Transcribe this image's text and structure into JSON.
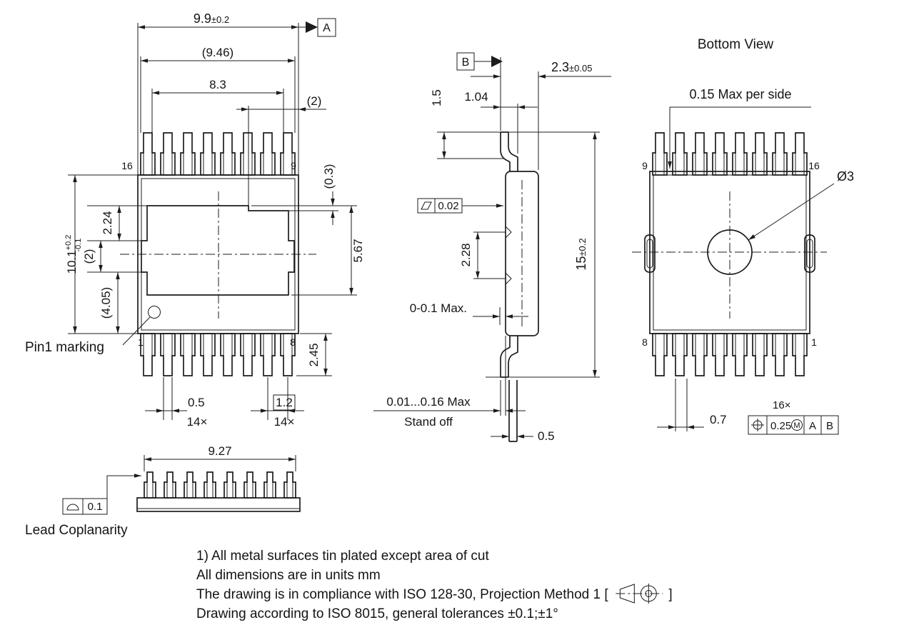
{
  "colors": {
    "line": "#1c1c1c",
    "background": "#ffffff",
    "text": "#141414"
  },
  "top_view": {
    "dim_overall_width_value": "9.9",
    "dim_overall_width_tol": "±0.2",
    "datum_a": "A",
    "dim_lead_span_ref": "(9.46)",
    "dim_lead_tip_span": "8.3",
    "dim_pad_offset_ref": "(2)",
    "dim_pad_step_ref": "(0.3)",
    "dim_body_length_value": "10.1",
    "dim_body_length_tol_upper": "+0.2",
    "dim_body_length_tol_lower": "-0.1",
    "dim_pad_inset": "2.24",
    "dim_pad_center_ref": "(2)",
    "dim_pad_lower_ref": "(4.05)",
    "dim_pad_width": "5.67",
    "dim_lead_length": "2.45",
    "dim_lead_width": "0.5",
    "count_lead_width": "14×",
    "dim_lead_pitch": "1.2",
    "count_lead_pitch": "14×",
    "pin_top_left": "16",
    "pin_top_right": "9",
    "pin_bottom_left": "1",
    "pin_bottom_right": "8",
    "pin1_label": "Pin1 marking"
  },
  "side_view": {
    "datum_b": "B",
    "dim_thickness_value": "2.3",
    "dim_thickness_tol": "±0.05",
    "dim_foot_height": "1.5",
    "dim_foot_length": "1.04",
    "fcf_flatness_value": "0.02",
    "dim_slug_height": "2.28",
    "dim_overall_value": "15",
    "dim_overall_tol": "±0.2",
    "dim_protrusion": "0-0.1 Max.",
    "standoff_value": "0.01...0.16 Max",
    "standoff_label": "Stand off",
    "dim_lead_thickness": "0.5"
  },
  "bottom_view": {
    "title": "Bottom View",
    "dim_flash": "0.15 Max per side",
    "pin_top_left": "9",
    "pin_top_right": "16",
    "pin_bottom_left": "8",
    "pin_bottom_right": "1",
    "dim_hole_diameter": "Ø3",
    "count_leads": "16×",
    "dim_lead_width": "0.7",
    "fcf_tolerance": "0.25",
    "fcf_modifier": "M",
    "fcf_datum_1": "A",
    "fcf_datum_2": "B"
  },
  "coplanarity_view": {
    "dim_lead_span": "9.27",
    "fcf_value": "0.1",
    "label": "Lead Coplanarity"
  },
  "notes": {
    "line1": "1) All metal surfaces tin plated except area of cut",
    "line2": "All dimensions are in units mm",
    "line3_pre": "The drawing is in compliance with ISO 128-30, Projection Method 1 [",
    "line3_post": "]",
    "line4": "Drawing according to ISO 8015, general tolerances ±0.1;±1°"
  }
}
